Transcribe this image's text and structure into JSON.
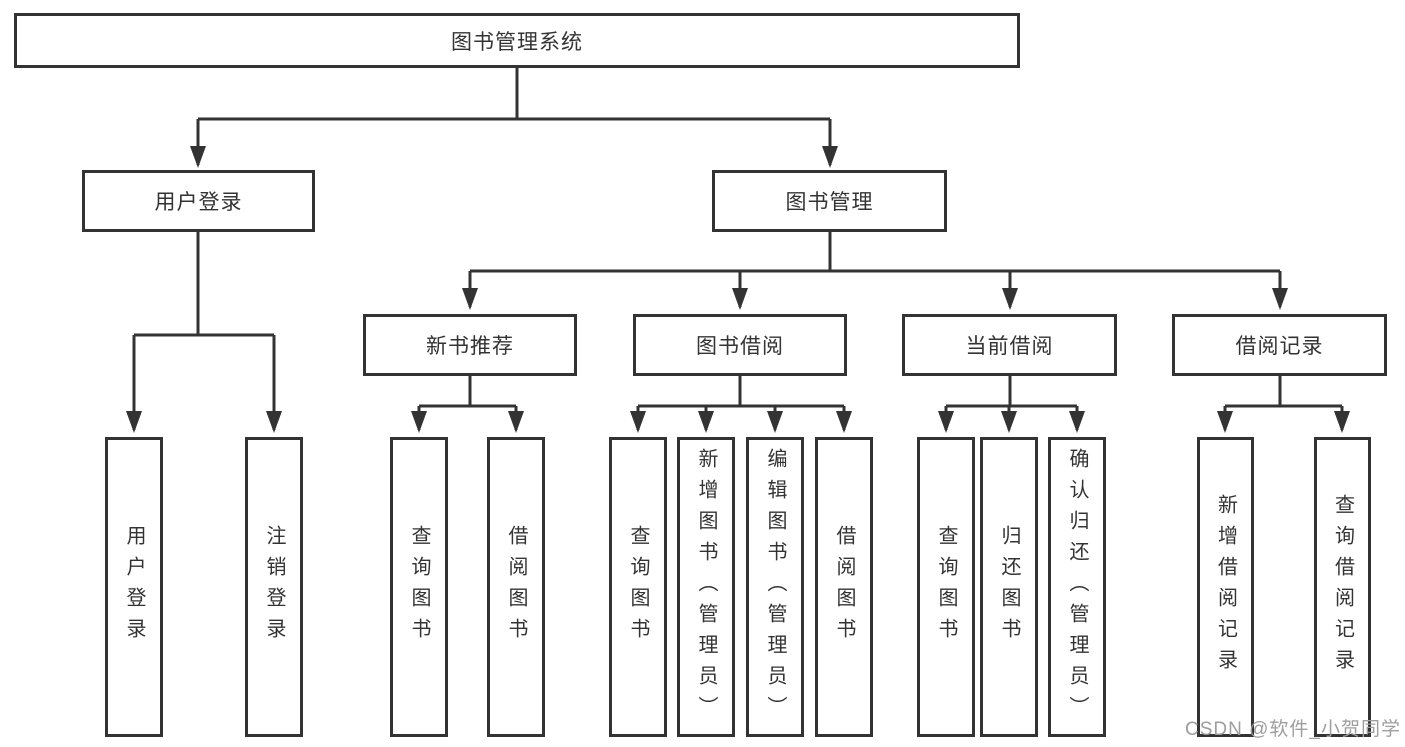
{
  "diagram_title": "图书管理系统",
  "tree": {
    "label": "图书管理系统",
    "children": [
      {
        "label": "用户登录",
        "children": [
          {
            "label": "用户登录"
          },
          {
            "label": "注销登录"
          }
        ]
      },
      {
        "label": "图书管理",
        "children": [
          {
            "label": "新书推荐",
            "children": [
              {
                "label": "查询图书"
              },
              {
                "label": "借阅图书"
              }
            ]
          },
          {
            "label": "图书借阅",
            "children": [
              {
                "label": "查询图书"
              },
              {
                "label": "新增图书（管理员）"
              },
              {
                "label": "编辑图书（管理员）"
              },
              {
                "label": "借阅图书"
              }
            ]
          },
          {
            "label": "当前借阅",
            "children": [
              {
                "label": "查询图书"
              },
              {
                "label": "归还图书"
              },
              {
                "label": "确认归还（管理员）"
              }
            ]
          },
          {
            "label": "借阅记录",
            "children": [
              {
                "label": "新增借阅记录"
              },
              {
                "label": "查询借阅记录"
              }
            ]
          }
        ]
      }
    ]
  },
  "watermark": "CSDN @软件_小贺同学",
  "colors": {
    "line": "#333333",
    "box_border": "#333333",
    "text": "#333333",
    "watermark": "#9e9e9e",
    "background": "#ffffff"
  }
}
